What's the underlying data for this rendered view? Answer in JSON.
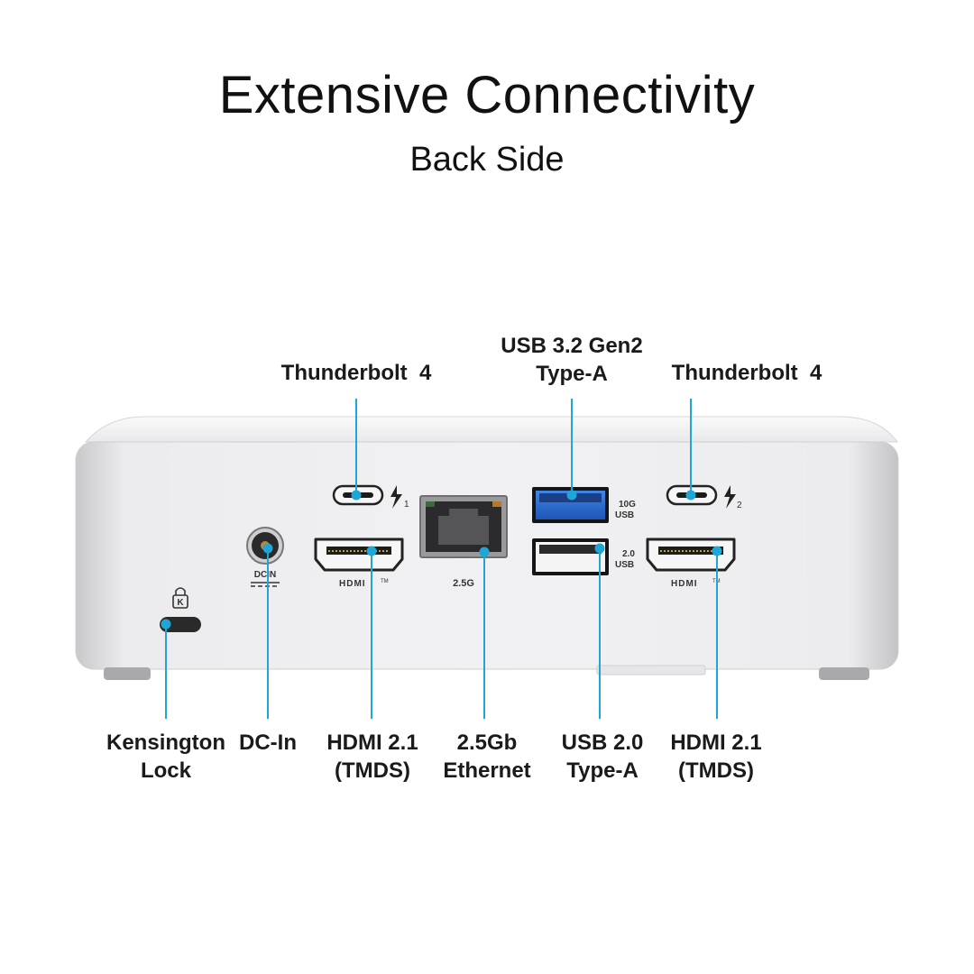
{
  "title": "Extensive Connectivity",
  "subtitle": "Back Side",
  "top_labels": {
    "thunderbolt_left": "Thunderbolt  4",
    "usb32": [
      "USB 3.2 Gen2",
      "Type-A"
    ],
    "thunderbolt_right": "Thunderbolt  4"
  },
  "bottom_labels": {
    "kensington": [
      "Kensington",
      "Lock"
    ],
    "dcin": "DC-In",
    "hdmi_left": [
      "HDMI 2.1",
      "(TMDS)"
    ],
    "ethernet": [
      "2.5Gb",
      "Ethernet"
    ],
    "usb20": [
      "USB 2.0",
      "Type-A"
    ],
    "hdmi_right": [
      "HDMI 2.1",
      "(TMDS)"
    ]
  },
  "port_markings": {
    "tb1_index": "1",
    "tb2_index": "2",
    "usb10g": [
      "10G",
      "USB"
    ],
    "usb20": [
      "2.0",
      "USB"
    ],
    "dcin": "DCIN",
    "hdmi": "HDMI",
    "hdmi_tm": "TM",
    "ethernet_speed": "2.5G",
    "lock_letter": "K"
  },
  "colors": {
    "callout_line": "#1fa6d6",
    "usb3_port": "#2f6fd0",
    "chassis": "#e6e6e8"
  }
}
